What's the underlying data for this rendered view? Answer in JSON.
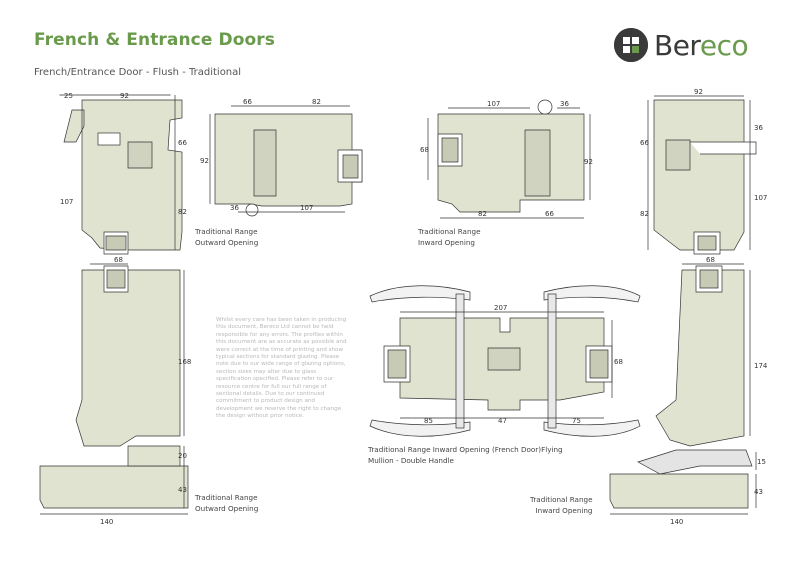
{
  "header": {
    "title": "French & Entrance Doors",
    "subtitle": "French/Entrance Door - Flush - Traditional"
  },
  "logo": {
    "brand_start": "Ber",
    "brand_end": "eco",
    "colors": {
      "accent": "#6a9a4c",
      "dark": "#3a3a3a"
    }
  },
  "drawings": {
    "top_left": {
      "dims": [
        "25",
        "92",
        "66",
        "107",
        "82"
      ]
    },
    "top_outward": {
      "dims": [
        "66",
        "82",
        "92",
        "36",
        "107"
      ],
      "caption": [
        "Traditional Range",
        "Outward Opening"
      ]
    },
    "top_inward": {
      "dims": [
        "107",
        "36",
        "68",
        "92",
        "82",
        "66"
      ],
      "caption": [
        "Traditional Range",
        "Inward Opening"
      ]
    },
    "top_right": {
      "dims": [
        "92",
        "36",
        "66",
        "107",
        "82"
      ]
    },
    "bottom_left": {
      "dims": [
        "68",
        "168",
        "20",
        "43",
        "140"
      ],
      "caption": [
        "Traditional Range",
        "Outward Opening"
      ]
    },
    "french": {
      "dims": [
        "207",
        "68",
        "85",
        "47",
        "75"
      ],
      "caption": [
        "Traditional Range Inward Opening (French Door)Flying",
        "Mullion - Double Handle"
      ]
    },
    "bottom_right": {
      "dims": [
        "68",
        "174",
        "15",
        "43",
        "140"
      ],
      "caption": [
        "Traditional Range",
        "Inward Opening"
      ]
    }
  },
  "disclaimer": "Whilst every care has been taken in producing this document, Bereco Ltd cannot be held responsible for any errors. The profiles within this document are as accurate as possible and were correct at the time of printing and show typical sections for standard glazing. Please note due to our wide range of glazing options, section sizes may alter due to glass specification specified. Please refer to our resource centre for full our full range of sectional details. Due to our continued commitment to product design and development we reserve the right to change the design without prior notice."
}
